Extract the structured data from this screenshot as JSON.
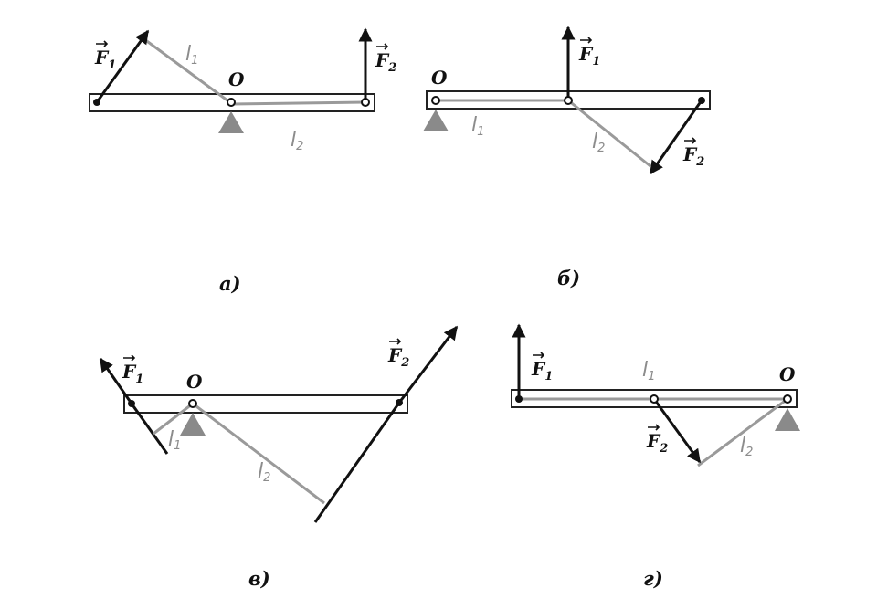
{
  "colors": {
    "force": "#111111",
    "arm": "#9a9a9a",
    "support": "#8a8a8a",
    "beam_stroke": "#222222",
    "label": "#8c8c8c"
  },
  "labels": {
    "O": "O",
    "F1": "F",
    "F1_sub": "1",
    "F2": "F",
    "F2_sub": "2",
    "l1": "l",
    "l1_sub": "1",
    "l2": "l",
    "l2_sub": "2"
  },
  "panels": {
    "a": {
      "caption": "а)"
    },
    "b": {
      "caption": "б)"
    },
    "v": {
      "caption": "в)"
    },
    "g": {
      "caption": "г)"
    }
  }
}
